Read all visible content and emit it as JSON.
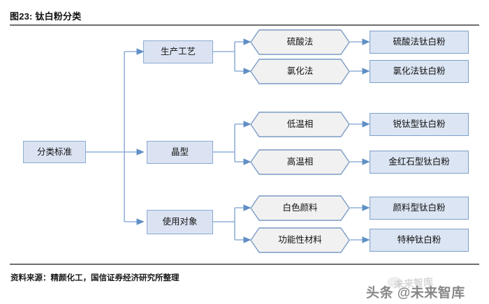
{
  "header": {
    "title": "图23: 钛白粉分类"
  },
  "footer": {
    "source": "资料来源：精颜化工，国信证券经济研究所整理"
  },
  "watermark": {
    "main": "头条 @未来智库",
    "ghost": "未来智库",
    "logo_icon": "circle-logo-icon"
  },
  "colors": {
    "rect_fill": "#dbe3f2",
    "rect_border": "#8aa9d0",
    "hex_fill": "#f1f1f1",
    "hex_border": "#7c9dc8",
    "connector": "#8fb0d8",
    "rule": "#6e6e6e",
    "text": "#111111"
  },
  "diagram": {
    "type": "tree",
    "root": {
      "id": "root",
      "label": "分类标准",
      "shape": "rect"
    },
    "levels": [
      {
        "name": "criteria",
        "nodes": [
          {
            "id": "process",
            "label": "生产工艺",
            "shape": "rect"
          },
          {
            "id": "crystal",
            "label": "晶型",
            "shape": "rect"
          },
          {
            "id": "usage",
            "label": "使用对象",
            "shape": "rect"
          }
        ]
      },
      {
        "name": "methods",
        "nodes": [
          {
            "id": "sulfate",
            "label": "硫酸法",
            "shape": "hexagon",
            "parent": "process"
          },
          {
            "id": "chloride",
            "label": "氯化法",
            "shape": "hexagon",
            "parent": "process"
          },
          {
            "id": "lowtemp",
            "label": "低温相",
            "shape": "hexagon",
            "parent": "crystal"
          },
          {
            "id": "hightemp",
            "label": "高温相",
            "shape": "hexagon",
            "parent": "crystal"
          },
          {
            "id": "whitepigment",
            "label": "白色颜料",
            "shape": "hexagon",
            "parent": "usage"
          },
          {
            "id": "funcmaterial",
            "label": "功能性材料",
            "shape": "hexagon",
            "parent": "usage"
          }
        ]
      },
      {
        "name": "products",
        "nodes": [
          {
            "id": "p-sulfate",
            "label": "硫酸法钛白粉",
            "shape": "rect",
            "parent": "sulfate"
          },
          {
            "id": "p-chloride",
            "label": "氯化法钛白粉",
            "shape": "rect",
            "parent": "chloride"
          },
          {
            "id": "p-anatase",
            "label": "锐钛型钛白粉",
            "shape": "rect",
            "parent": "lowtemp"
          },
          {
            "id": "p-rutile",
            "label": "金红石型钛白粉",
            "shape": "rect",
            "parent": "hightemp"
          },
          {
            "id": "p-pigment",
            "label": "颜料型钛白粉",
            "shape": "rect",
            "parent": "whitepigment"
          },
          {
            "id": "p-special",
            "label": "特种钛白粉",
            "shape": "rect",
            "parent": "funcmaterial"
          }
        ]
      }
    ]
  }
}
